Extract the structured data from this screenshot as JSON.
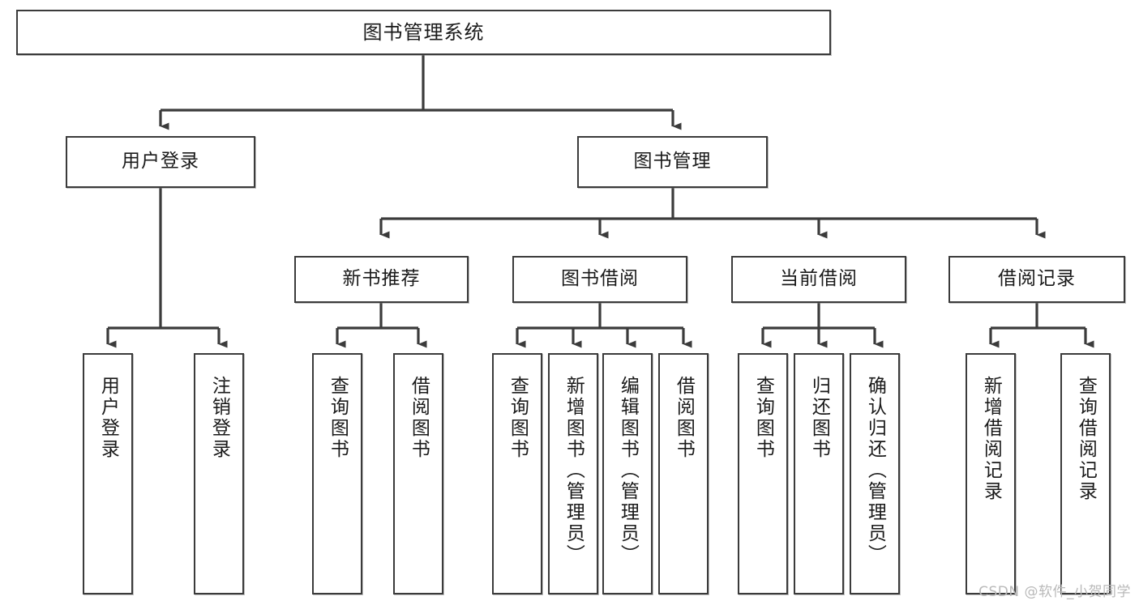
{
  "diagram": {
    "type": "tree",
    "title": "图书管理系统",
    "watermark": "CSDN @软件_小贺同学",
    "colors": {
      "box_border": "#3b3b3b",
      "box_fill": "#ffffff",
      "edge": "#3b3b3b",
      "text": "#1a1a1a",
      "watermark": "#b9b9b9"
    },
    "nodes": {
      "root": {
        "label": "图书管理系统"
      },
      "level2": [
        {
          "label": "用户登录"
        },
        {
          "label": "图书管理"
        }
      ],
      "level3": [
        {
          "label": "新书推荐"
        },
        {
          "label": "图书借阅"
        },
        {
          "label": "当前借阅"
        },
        {
          "label": "借阅记录"
        }
      ],
      "leaves": [
        {
          "label": "用户登录"
        },
        {
          "label": "注销登录"
        },
        {
          "label": "查询图书"
        },
        {
          "label": "借阅图书"
        },
        {
          "label": "查询图书"
        },
        {
          "label": "新增图书（管理员）"
        },
        {
          "label": "编辑图书（管理员）"
        },
        {
          "label": "借阅图书"
        },
        {
          "label": "查询图书"
        },
        {
          "label": "归还图书"
        },
        {
          "label": "确认归还（管理员）"
        },
        {
          "label": "新增借阅记录"
        },
        {
          "label": "查询借阅记录"
        }
      ]
    }
  }
}
